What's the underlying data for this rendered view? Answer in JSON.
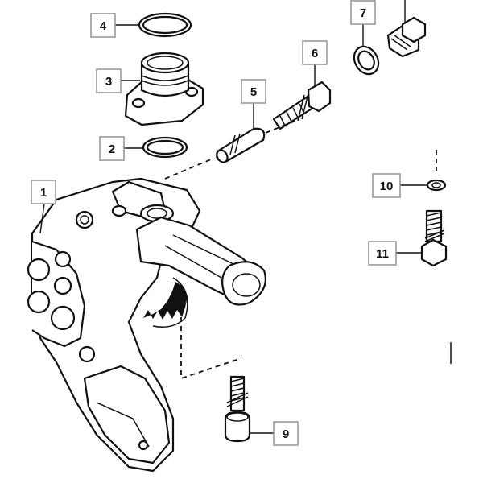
{
  "callouts": [
    {
      "id": "callout-1",
      "label": "1"
    },
    {
      "id": "callout-2",
      "label": "2"
    },
    {
      "id": "callout-3",
      "label": "3"
    },
    {
      "id": "callout-4",
      "label": "4"
    },
    {
      "id": "callout-5",
      "label": "5"
    },
    {
      "id": "callout-6",
      "label": "6"
    },
    {
      "id": "callout-7",
      "label": "7"
    },
    {
      "id": "callout-9",
      "label": "9"
    },
    {
      "id": "callout-10",
      "label": "10"
    },
    {
      "id": "callout-11",
      "label": "11"
    }
  ]
}
